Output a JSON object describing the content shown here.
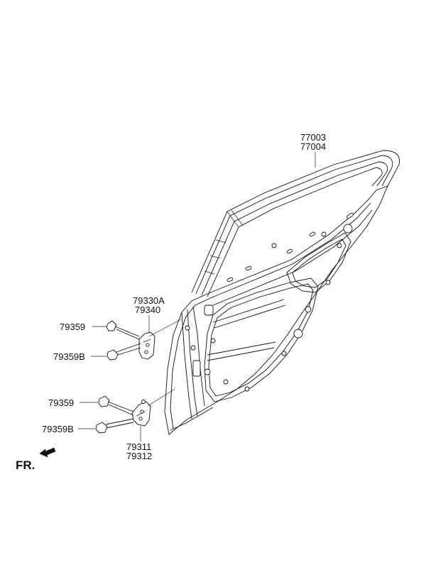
{
  "labels": {
    "weatherstrip_a": "77003",
    "weatherstrip_b": "77004",
    "upper_hinge_a": "79330A",
    "upper_hinge_b": "79340",
    "upper_bolt": "79359",
    "upper_bolt_b": "79359B",
    "lower_bolt": "79359",
    "lower_bolt_b": "79359B",
    "lower_hinge_a": "79311",
    "lower_hinge_b": "79312",
    "front_indicator": "FR."
  }
}
